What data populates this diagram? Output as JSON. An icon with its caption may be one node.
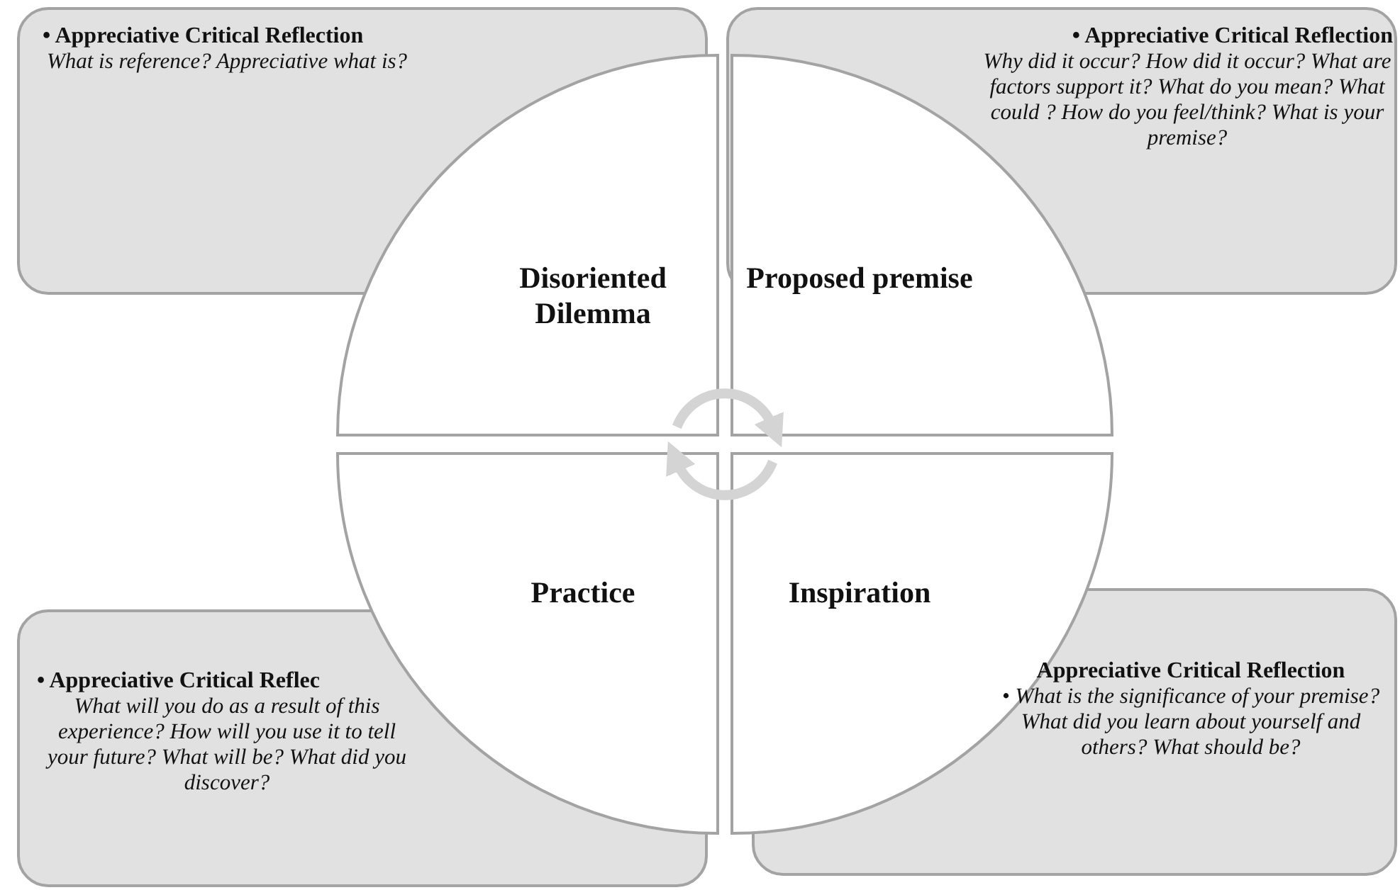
{
  "diagram": {
    "nodes": [
      {
        "text": [
          "• Appreciative Critical Reflection",
          "What is reference? Appreciative what is?"
        ]
      },
      {
        "text": [
          "• Appreciative Critical Reflection",
          "Why did it occur?  How did it occur? What are factors support it? What do you mean? What could ? How do you feel/think? What is your premise?"
        ]
      },
      {
        "text": [
          "Disoriented Dilemma"
        ]
      },
      {
        "text": [
          "Proposed premise"
        ]
      },
      {
        "text": [
          "Practice"
        ]
      },
      {
        "text": [
          "Inspiration"
        ]
      },
      {
        "text": [
          "• Appreciative Critical Reflec",
          "What will you do as a result of this experience? How will you use it to tell your future? What will be?  What did you discover?"
        ]
      },
      {
        "text": [
          "Appreciative Critical Reflection",
          "• What is the significance of your premise? What did you learn about yourself and others? What should be?"
        ]
      }
    ],
    "edges": [
      {
        "from": 2,
        "to": 3,
        "arrow": "to"
      },
      {
        "from": 5,
        "to": 4,
        "arrow": "to"
      }
    ]
  }
}
